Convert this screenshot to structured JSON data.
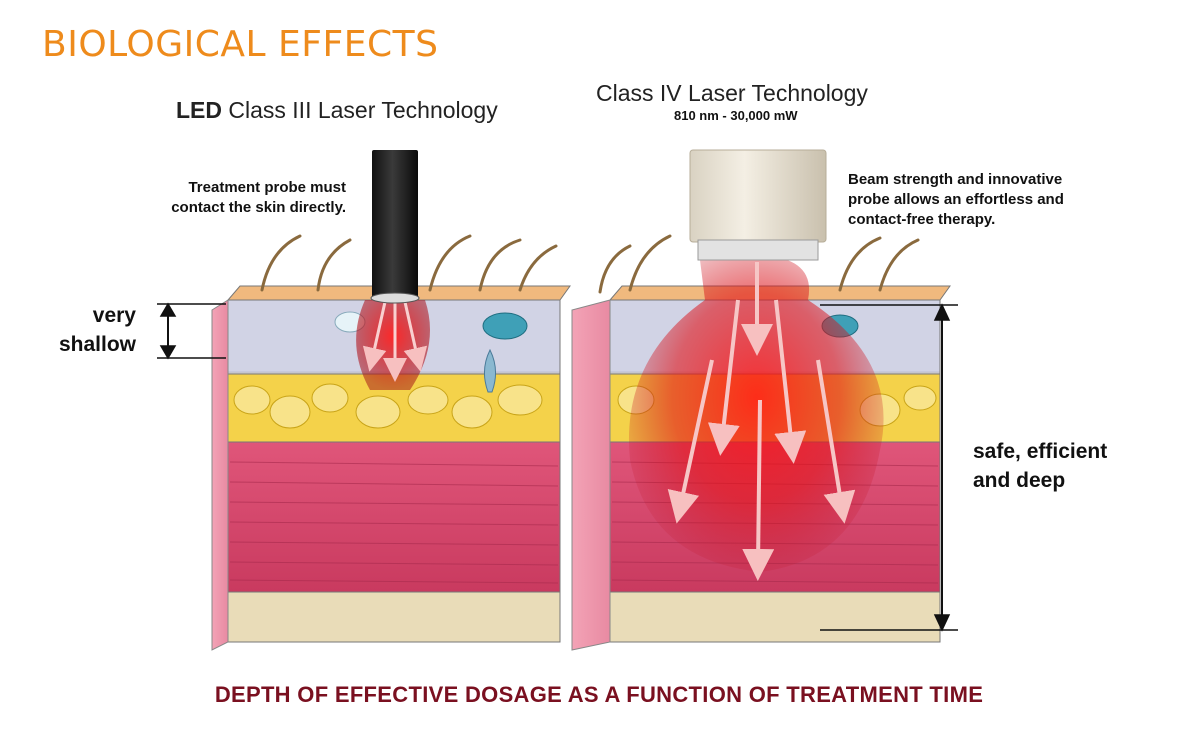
{
  "title": "BIOLOGICAL EFFECTS",
  "left_panel": {
    "heading_bold": "LED",
    "heading_rest": " Class III Laser Technology",
    "note_line1": "Treatment probe must",
    "note_line2": "contact the skin directly.",
    "depth_line1": "very",
    "depth_line2": "shallow",
    "probe_icon": "dark-cylindrical-probe-icon"
  },
  "right_panel": {
    "heading": "Class IV Laser Technology",
    "spec": "810 nm  -  30,000 mW",
    "note_line1": "Beam strength and innovative",
    "note_line2": "probe allows an effortless and",
    "note_line3": "contact-free therapy.",
    "depth_line1": "safe, efficient",
    "depth_line2": "and deep",
    "probe_icon": "beige-wide-probe-icon"
  },
  "caption": "DEPTH OF EFFECTIVE DOSAGE AS A FUNCTION OF TREATMENT TIME",
  "colors": {
    "title": "#ee8b1c",
    "caption": "#7a1020",
    "muscle": "#d94a6e",
    "fat": "#f4d24a",
    "beam": "#e8101a"
  }
}
